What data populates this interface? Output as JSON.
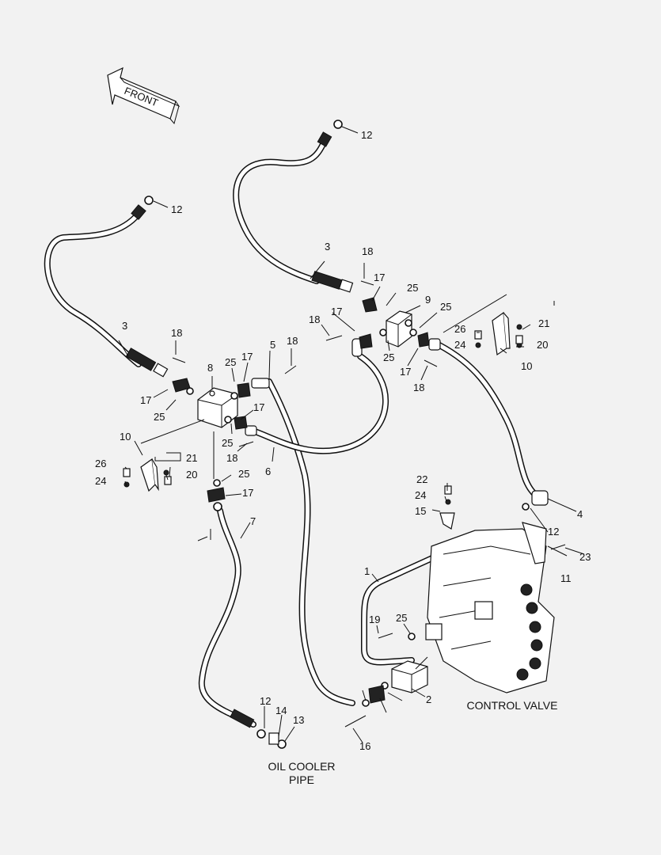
{
  "arrow_label": "FRONT",
  "captions": {
    "control_valve": "CONTROL VALVE",
    "oil_cooler_line1": "OIL COOLER",
    "oil_cooler_line2": "PIPE"
  },
  "callouts": [
    "12",
    "12",
    "3",
    "3",
    "18",
    "18",
    "18",
    "18",
    "18",
    "18",
    "17",
    "17",
    "17",
    "17",
    "17",
    "17",
    "17",
    "25",
    "25",
    "25",
    "25",
    "25",
    "25",
    "25",
    "25",
    "9",
    "5",
    "8",
    "10",
    "10",
    "26",
    "26",
    "24",
    "24",
    "24",
    "21",
    "21",
    "20",
    "20",
    "6",
    "7",
    "4",
    "12",
    "12",
    "11",
    "23",
    "22",
    "15",
    "1",
    "19",
    "2",
    "16",
    "14",
    "13"
  ]
}
